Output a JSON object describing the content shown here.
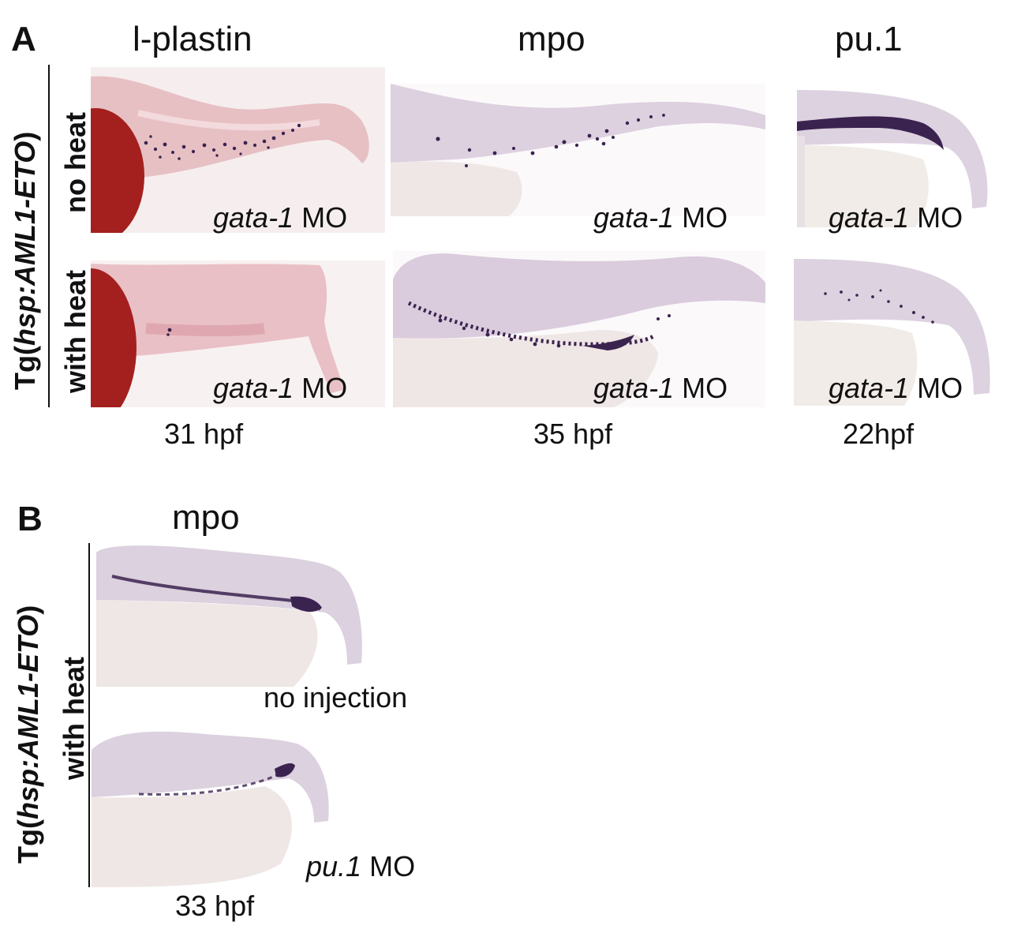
{
  "panel_a": {
    "letter": "A",
    "columns": [
      {
        "marker": "l-plastin",
        "stage": "31 hpf"
      },
      {
        "marker": "mpo",
        "stage": "35 hpf"
      },
      {
        "marker": "pu.1",
        "stage": "22hpf"
      }
    ],
    "genotype_pre": "Tg(",
    "genotype_it": "hsp:AML1-ETO",
    "genotype_post": ")",
    "rows": [
      "no heat",
      "with heat"
    ],
    "morpholino_italic": "gata-1",
    "morpholino_suffix": " MO"
  },
  "panel_b": {
    "letter": "B",
    "marker": "mpo",
    "stage": "33 hpf",
    "genotype_pre": "Tg(",
    "genotype_it": "hsp:AML1-ETO",
    "genotype_post": ")",
    "condition": "with heat",
    "rows": [
      {
        "it": "",
        "rest": "no injection"
      },
      {
        "it": "pu.1",
        "rest": " MO"
      }
    ]
  },
  "colors": {
    "embryo_purple": "#d9cbdb",
    "embryo_pink": "#e6b8bf",
    "yolk_red": "#a3201e",
    "stain": "#3b2350"
  }
}
